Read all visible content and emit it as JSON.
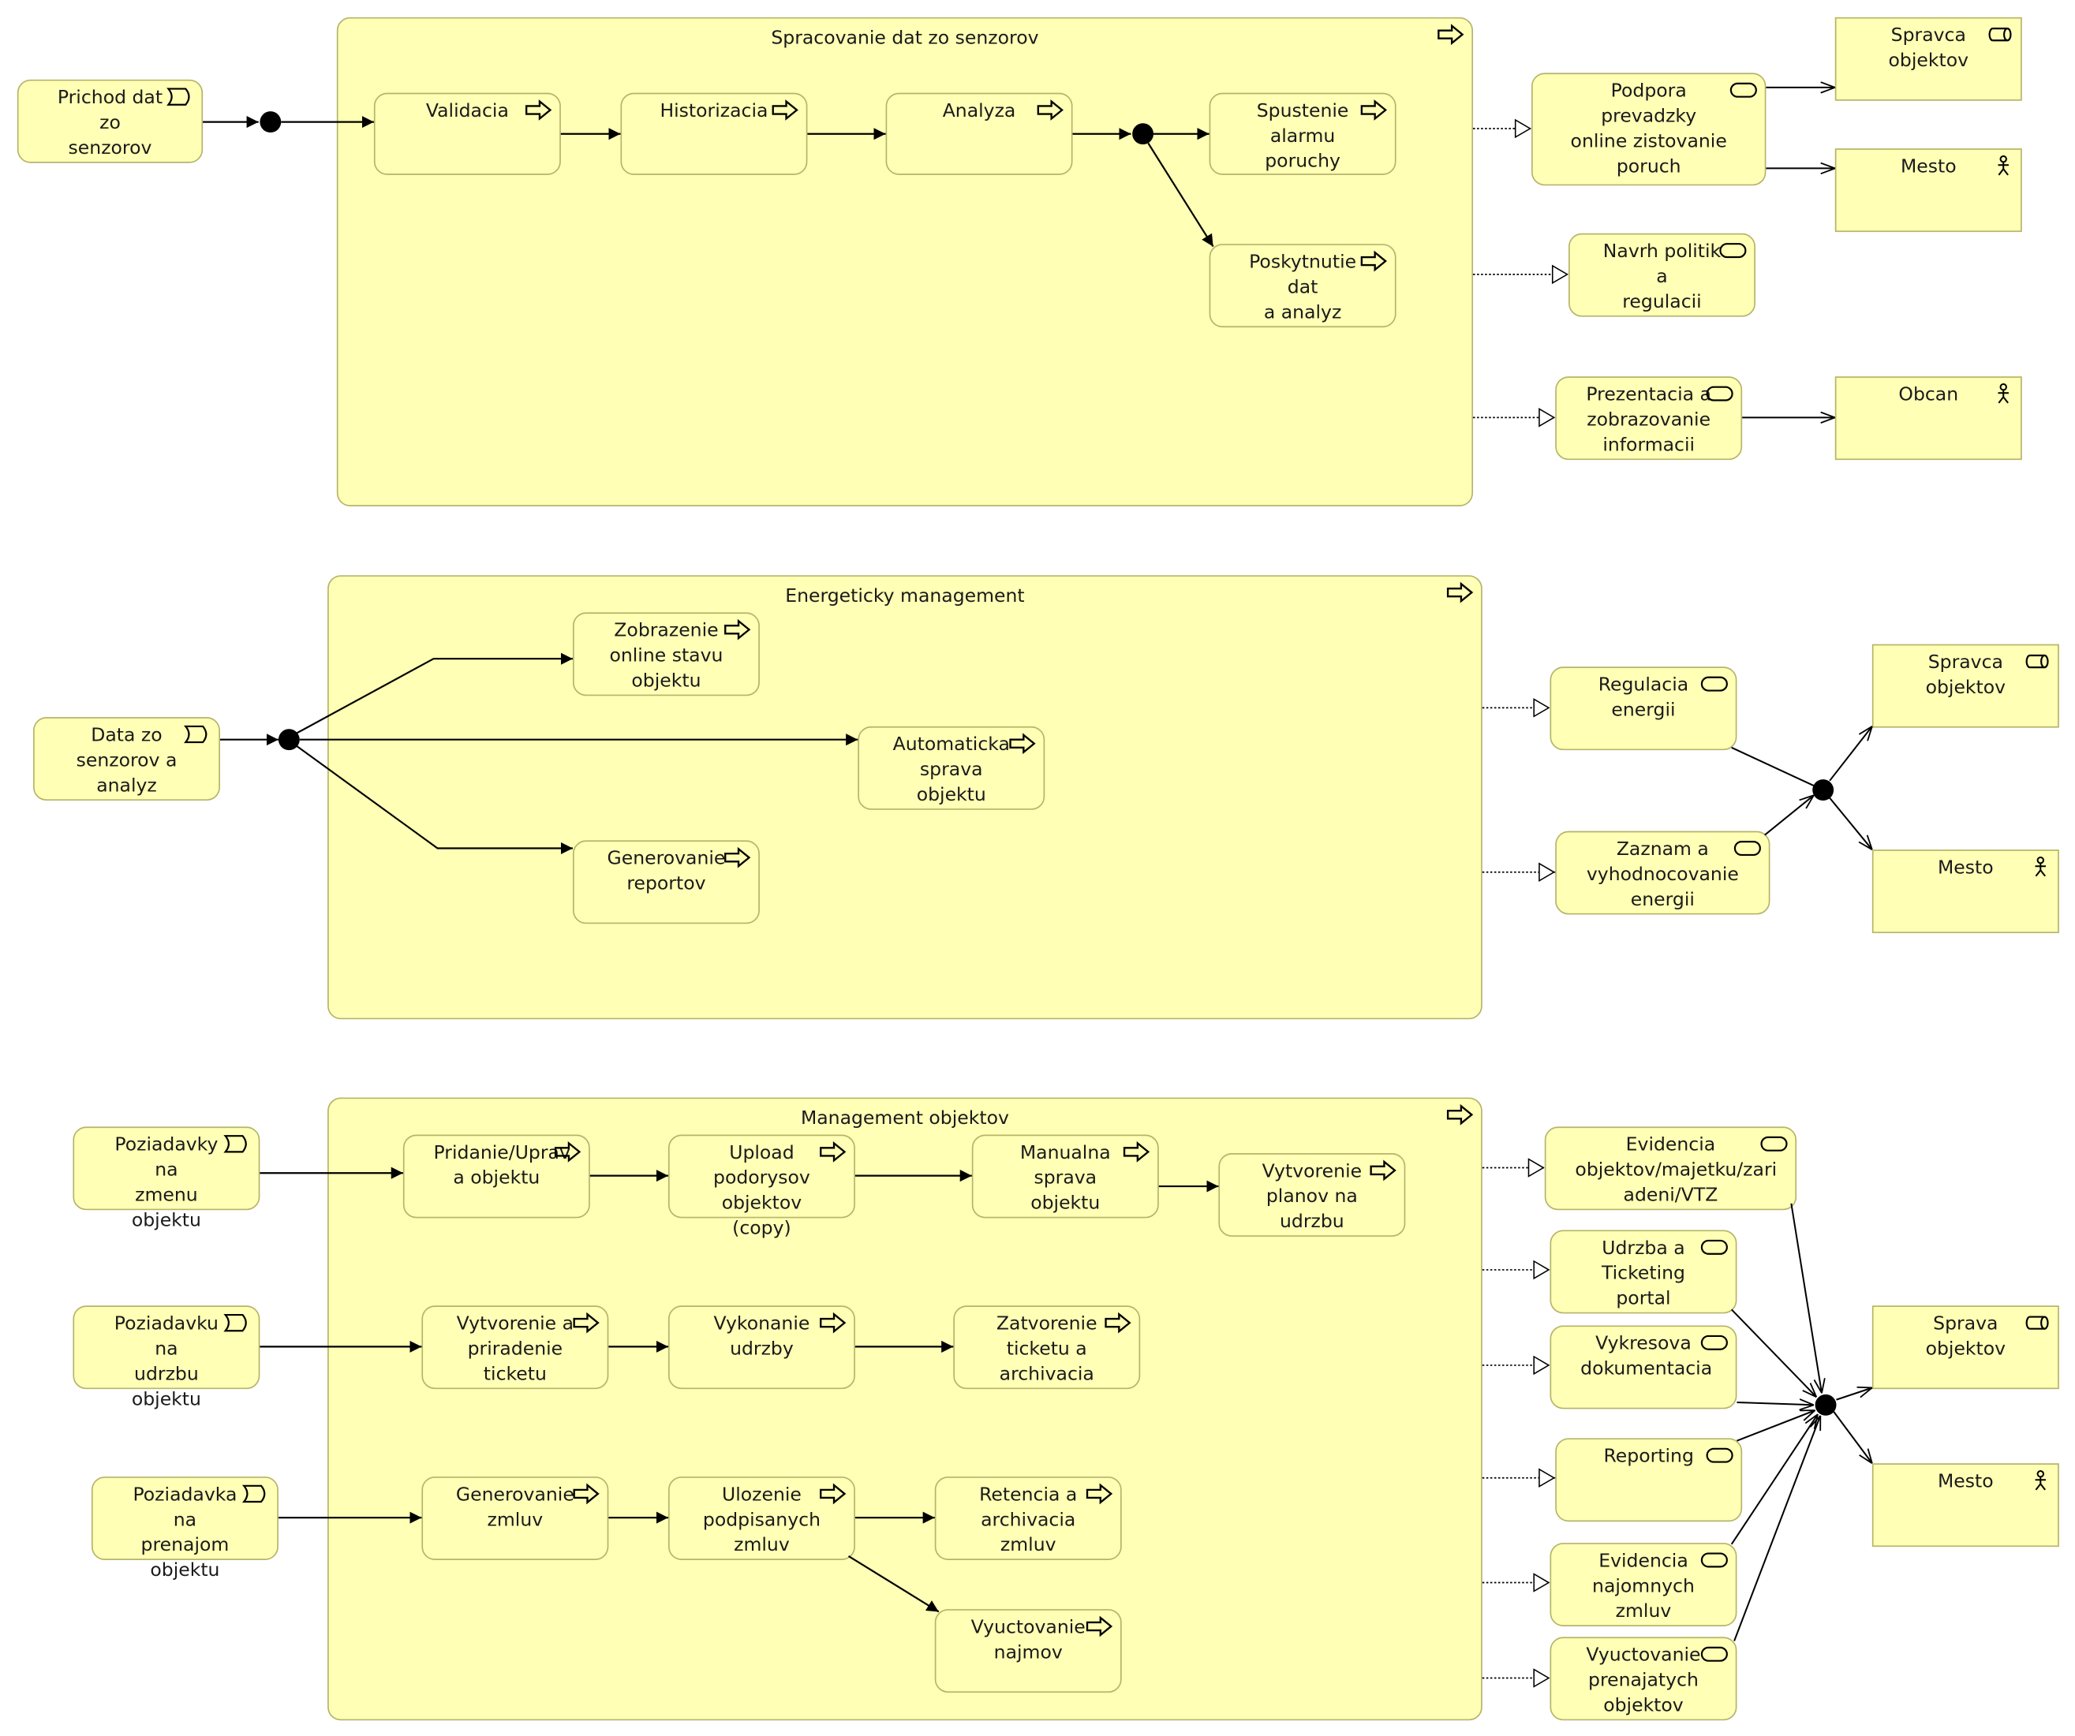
{
  "colors": {
    "fill": "#ffffb5",
    "border": "#b5b46a",
    "edge": "#000000"
  },
  "icons": {
    "process": "process-arrow-icon",
    "event": "business-event-icon",
    "service": "business-service-icon",
    "role": "business-role-icon",
    "actor": "business-actor-icon"
  },
  "sections": {
    "sensors": {
      "title": "Spracovanie dat zo senzorov",
      "event": "Prichod dat zo\nsenzorov",
      "steps": [
        "Validacia",
        "Historizacia",
        "Analyza",
        "Spustenie\nalarmu poruchy",
        "Poskytnutie dat\na analyz"
      ],
      "services": [
        "Podpora prevadzky\nonline zistovanie\nporuch",
        "Navrh politik a\nregulacii",
        "Prezentacia a\nzobrazovanie\ninformacii"
      ],
      "role": "Spravca\nobjektov",
      "actors": [
        "Mesto",
        "Obcan"
      ]
    },
    "energy": {
      "title": "Energeticky management",
      "event": "Data zo\nsenzorov a\nanalyz",
      "steps": [
        "Zobrazenie\nonline stavu\nobjektu",
        "Automaticka\nsprava objektu",
        "Generovanie\nreportov"
      ],
      "services": [
        "Regulacia\nenergii",
        "Zaznam a\nvyhodnocovanie\nenergii"
      ],
      "role": "Spravca\nobjektov",
      "actor": "Mesto"
    },
    "objects": {
      "title": "Management objektov",
      "events": [
        "Poziadavky na\nzmenu objektu",
        "Poziadavku na\nudrzbu\nobjektu",
        "Poziadavka na\nprenajom\nobjektu"
      ],
      "steps": [
        "Pridanie/Uprav\na objektu",
        "Upload\npodorysov\nobjektov (copy)",
        "Manualna\nsprava objektu",
        "Vytvorenie\nplanov na\nudrzbu",
        "Vytvorenie a\npriradenie\nticketu",
        "Vykonanie\nudrzby",
        "Zatvorenie\nticketu a\narchivacia",
        "Generovanie\nzmluv",
        "Ulozenie\npodpisanych\nzmluv",
        "Retencia a\narchivacia\nzmluv",
        "Vyuctovanie\nnajmov"
      ],
      "services": [
        "Evidencia\nobjektov/majetku/zari\nadeni/VTZ",
        "Udrzba a\nTicketing\nportal",
        "Vykresova\ndokumentacia",
        "Reporting",
        "Evidencia\nnajomnych\nzmluv",
        "Vyuctovanie\nprenajatych\nobjektov"
      ],
      "role": "Sprava\nobjektov",
      "actor": "Mesto"
    }
  }
}
